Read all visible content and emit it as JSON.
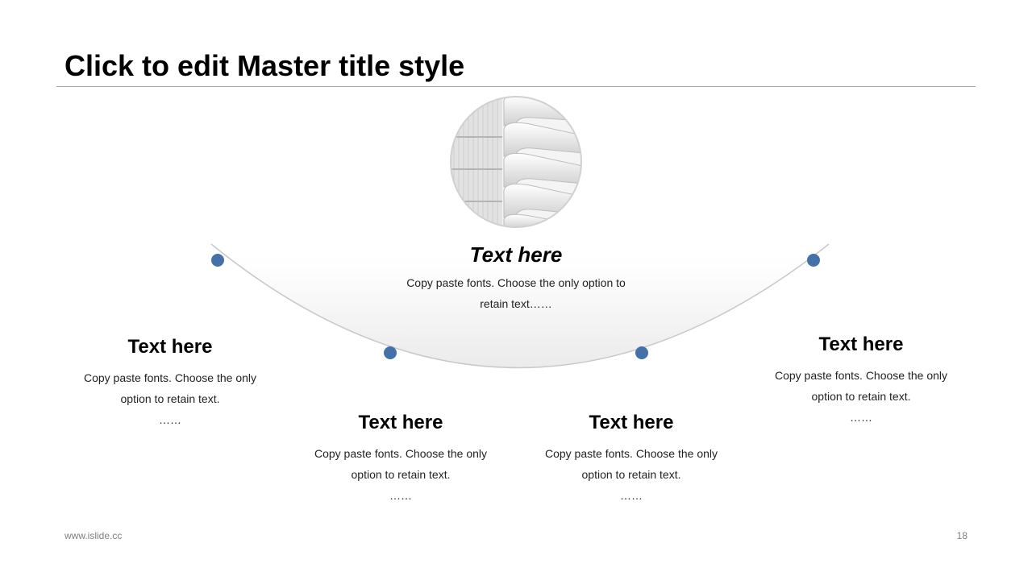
{
  "slide": {
    "title": "Click to edit Master title style",
    "footer_left": "www.islide.cc",
    "page_number": "18"
  },
  "accent_color": "#4472a8",
  "center": {
    "heading": "Text here",
    "body": "Copy paste fonts. Choose the only option to retain text……"
  },
  "items": [
    {
      "heading": "Text here",
      "body": "Copy paste fonts. Choose the only option to retain text.",
      "ellipsis": "……"
    },
    {
      "heading": "Text here",
      "body": "Copy paste fonts. Choose the only option to retain text.",
      "ellipsis": "……"
    },
    {
      "heading": "Text here",
      "body": "Copy paste fonts. Choose the only option to retain text.",
      "ellipsis": "……"
    },
    {
      "heading": "Text here",
      "body": "Copy paste fonts. Choose the only option to retain text.",
      "ellipsis": "……"
    }
  ]
}
